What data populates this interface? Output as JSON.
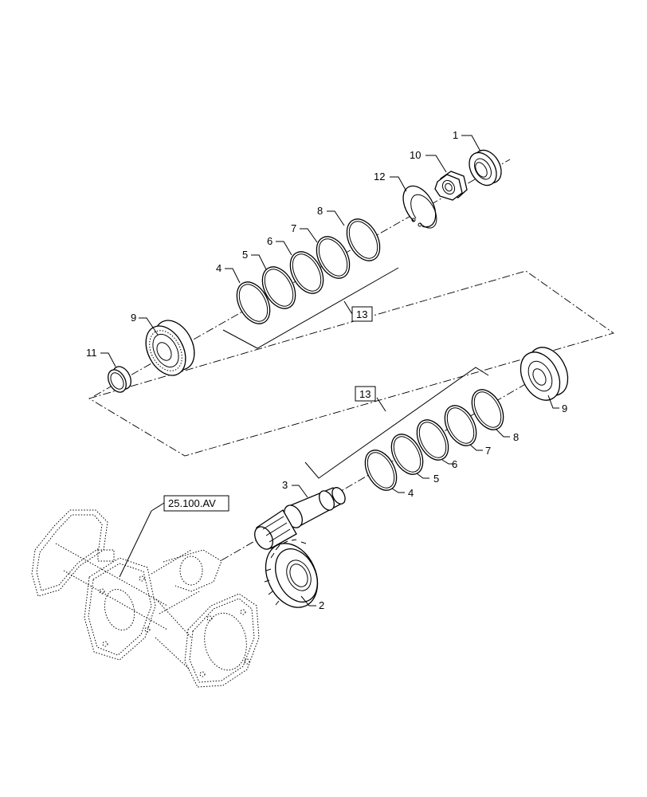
{
  "callouts": {
    "c1": "1",
    "c10": "10",
    "c12": "12",
    "c8_top": "8",
    "c7_top": "7",
    "c6_top": "6",
    "c5_top": "5",
    "c4_top": "4",
    "c13_top": "13",
    "c9_top": "9",
    "c11": "11",
    "c13_bottom": "13",
    "c9_bottom": "9",
    "c8_bottom": "8",
    "c7_bottom": "7",
    "c6_bottom": "6",
    "c5_bottom": "5",
    "c4_bottom": "4",
    "c3": "3",
    "c2": "2",
    "ref_box": "25.100.AV"
  }
}
